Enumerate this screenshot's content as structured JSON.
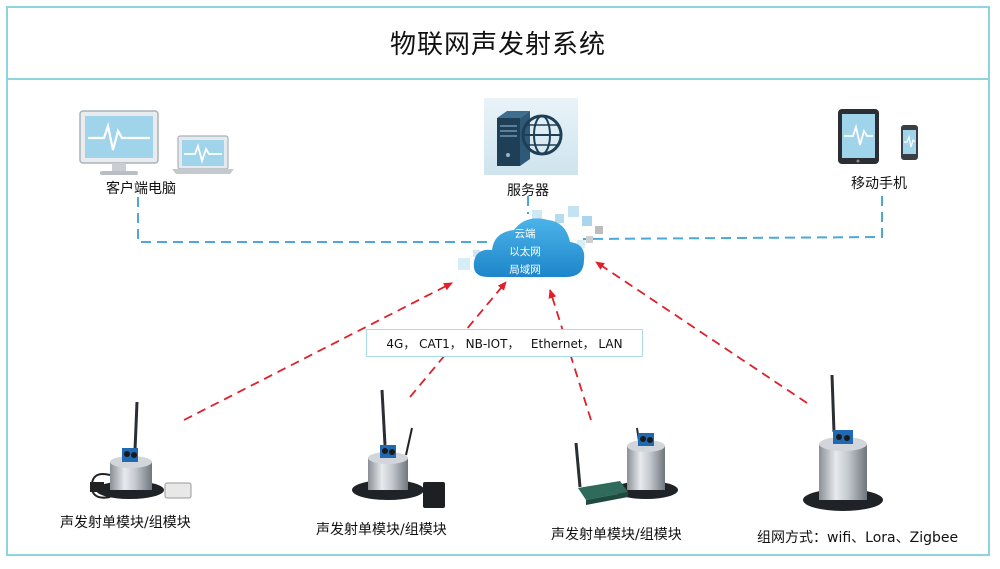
{
  "title": "物联网声发射系统",
  "nodes": {
    "client_pc": "客户端电脑",
    "server": "服务器",
    "mobile": "移动手机"
  },
  "cloud": {
    "line1": "云端",
    "line2": "以太网",
    "line3": "局域网"
  },
  "protocols": "4G， CAT1， NB-IOT，   Ethernet， LAN",
  "devices": [
    {
      "label": "声发射单模块/组模块"
    },
    {
      "label": "声发射单模块/组模块"
    },
    {
      "label": "声发射单模块/组模块"
    },
    {
      "label": "组网方式：wifi、Lora、Zigbee"
    }
  ],
  "colors": {
    "border": "#8fd3df",
    "dashed_blue": "#4aa8dc",
    "dashed_red": "#e0202a",
    "cloud": "#2a9ad8",
    "screen": "#9fd4ea"
  },
  "icons": [
    "monitor-icon",
    "laptop-icon",
    "server-globe-icon",
    "tablet-icon",
    "phone-icon",
    "cloud-icon",
    "sensor-device-icon"
  ]
}
